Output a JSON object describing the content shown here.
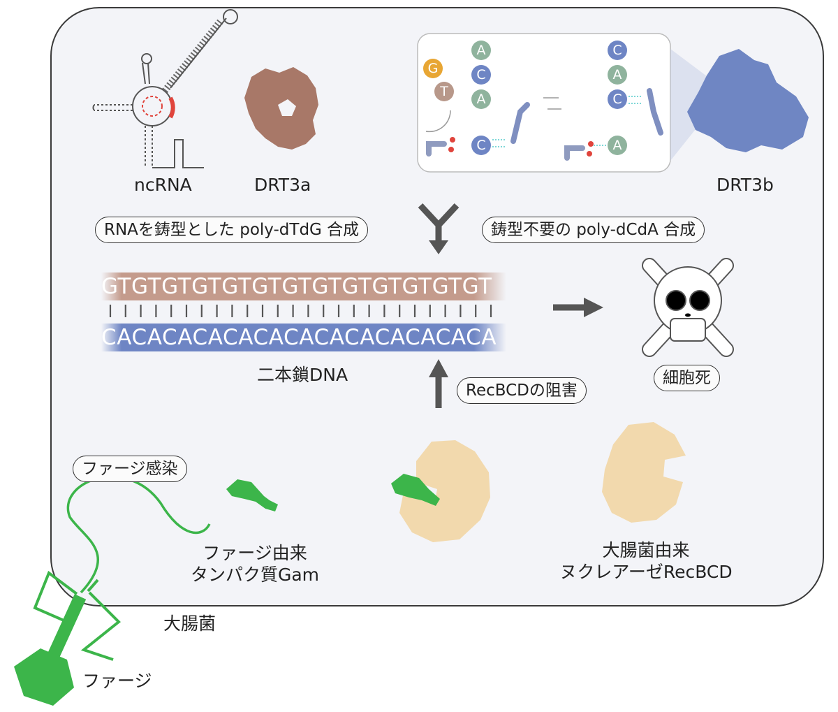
{
  "labels": {
    "ncrna": "ncRNA",
    "drt3a": "DRT3a",
    "drt3b": "DRT3b",
    "rna_template": "RNAを鋳型とした poly-dTdG 合成",
    "template_free": "鋳型不要の poly-dCdA 合成",
    "dsdna": "二本鎖DNA",
    "cell_death": "細胞死",
    "recbcd_inhibition": "RecBCDの阻害",
    "phage_infection": "ファージ感染",
    "phage_protein_line1": "ファージ由来",
    "phage_protein_line2": "タンパク質Gam",
    "ecoli_nuclease_line1": "大腸菌由来",
    "ecoli_nuclease_line2": "ヌクレアーゼRecBCD",
    "ecoli": "大腸菌",
    "phage": "ファージ"
  },
  "sequence": {
    "top": "GTGTGTGTGTGTGTGTGTGTGTGTGT",
    "bottom": "CACACACACACACACACACACACACA"
  },
  "inset_bases": {
    "left_stack": [
      "A",
      "C",
      "A"
    ],
    "free_G": "G",
    "free_T": "T",
    "left_primer": "C",
    "right_stack": [
      "C",
      "A",
      "C"
    ],
    "right_primer": "A"
  },
  "colors": {
    "rna_strand": "#c49b8c",
    "dna_strand": "#6e85c4",
    "phage_green": "#3cb54a",
    "recbcd": "#f2d9ad",
    "drt3a": "#a87868",
    "drt3b": "#6f86c3",
    "base_A": "#8fb39d",
    "base_C": "#6e85c4",
    "base_G": "#e8a634",
    "base_T": "#b8988a"
  }
}
